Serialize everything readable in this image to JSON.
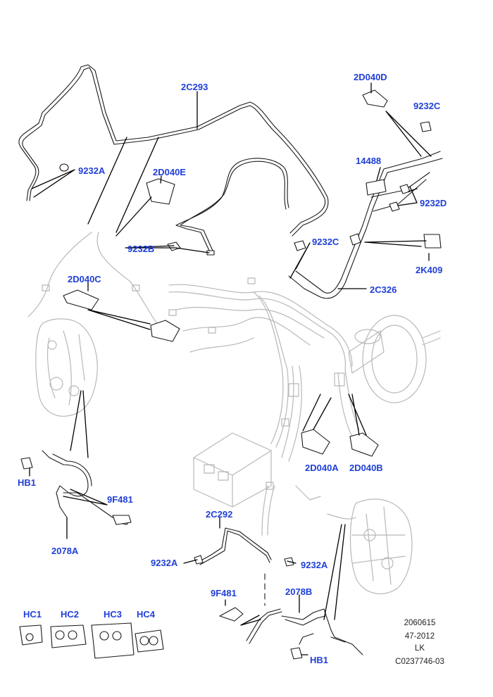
{
  "labels": {
    "p2c293": "2C293",
    "p2d040d": "2D040D",
    "p9232c_top": "9232C",
    "p14488": "14488",
    "p9232a_top": "9232A",
    "p2d040e": "2D040E",
    "p9232d": "9232D",
    "p9232b": "9232B",
    "p9232c_mid": "9232C",
    "p2k409": "2K409",
    "p2d040c": "2D040C",
    "p2c326": "2C326",
    "hb1_left": "HB1",
    "p2d040a": "2D040A",
    "p2d040b": "2D040B",
    "p9f481_left": "9F481",
    "p2c292": "2C292",
    "p2078a": "2078A",
    "p9232a_left": "9232A",
    "p9232a_right": "9232A",
    "p9f481_bottom": "9F481",
    "p2078b": "2078B",
    "hc1": "HC1",
    "hc2": "HC2",
    "hc3": "HC3",
    "hc4": "HC4",
    "hb1_bottom": "HB1"
  },
  "info": {
    "line1": "2060615",
    "line2": "47-2012",
    "line3": "LK",
    "line4": "C0237746-03"
  },
  "colors": {
    "label": "#1f3fd8",
    "line": "#000000",
    "ghost": "#b4b4b4"
  }
}
